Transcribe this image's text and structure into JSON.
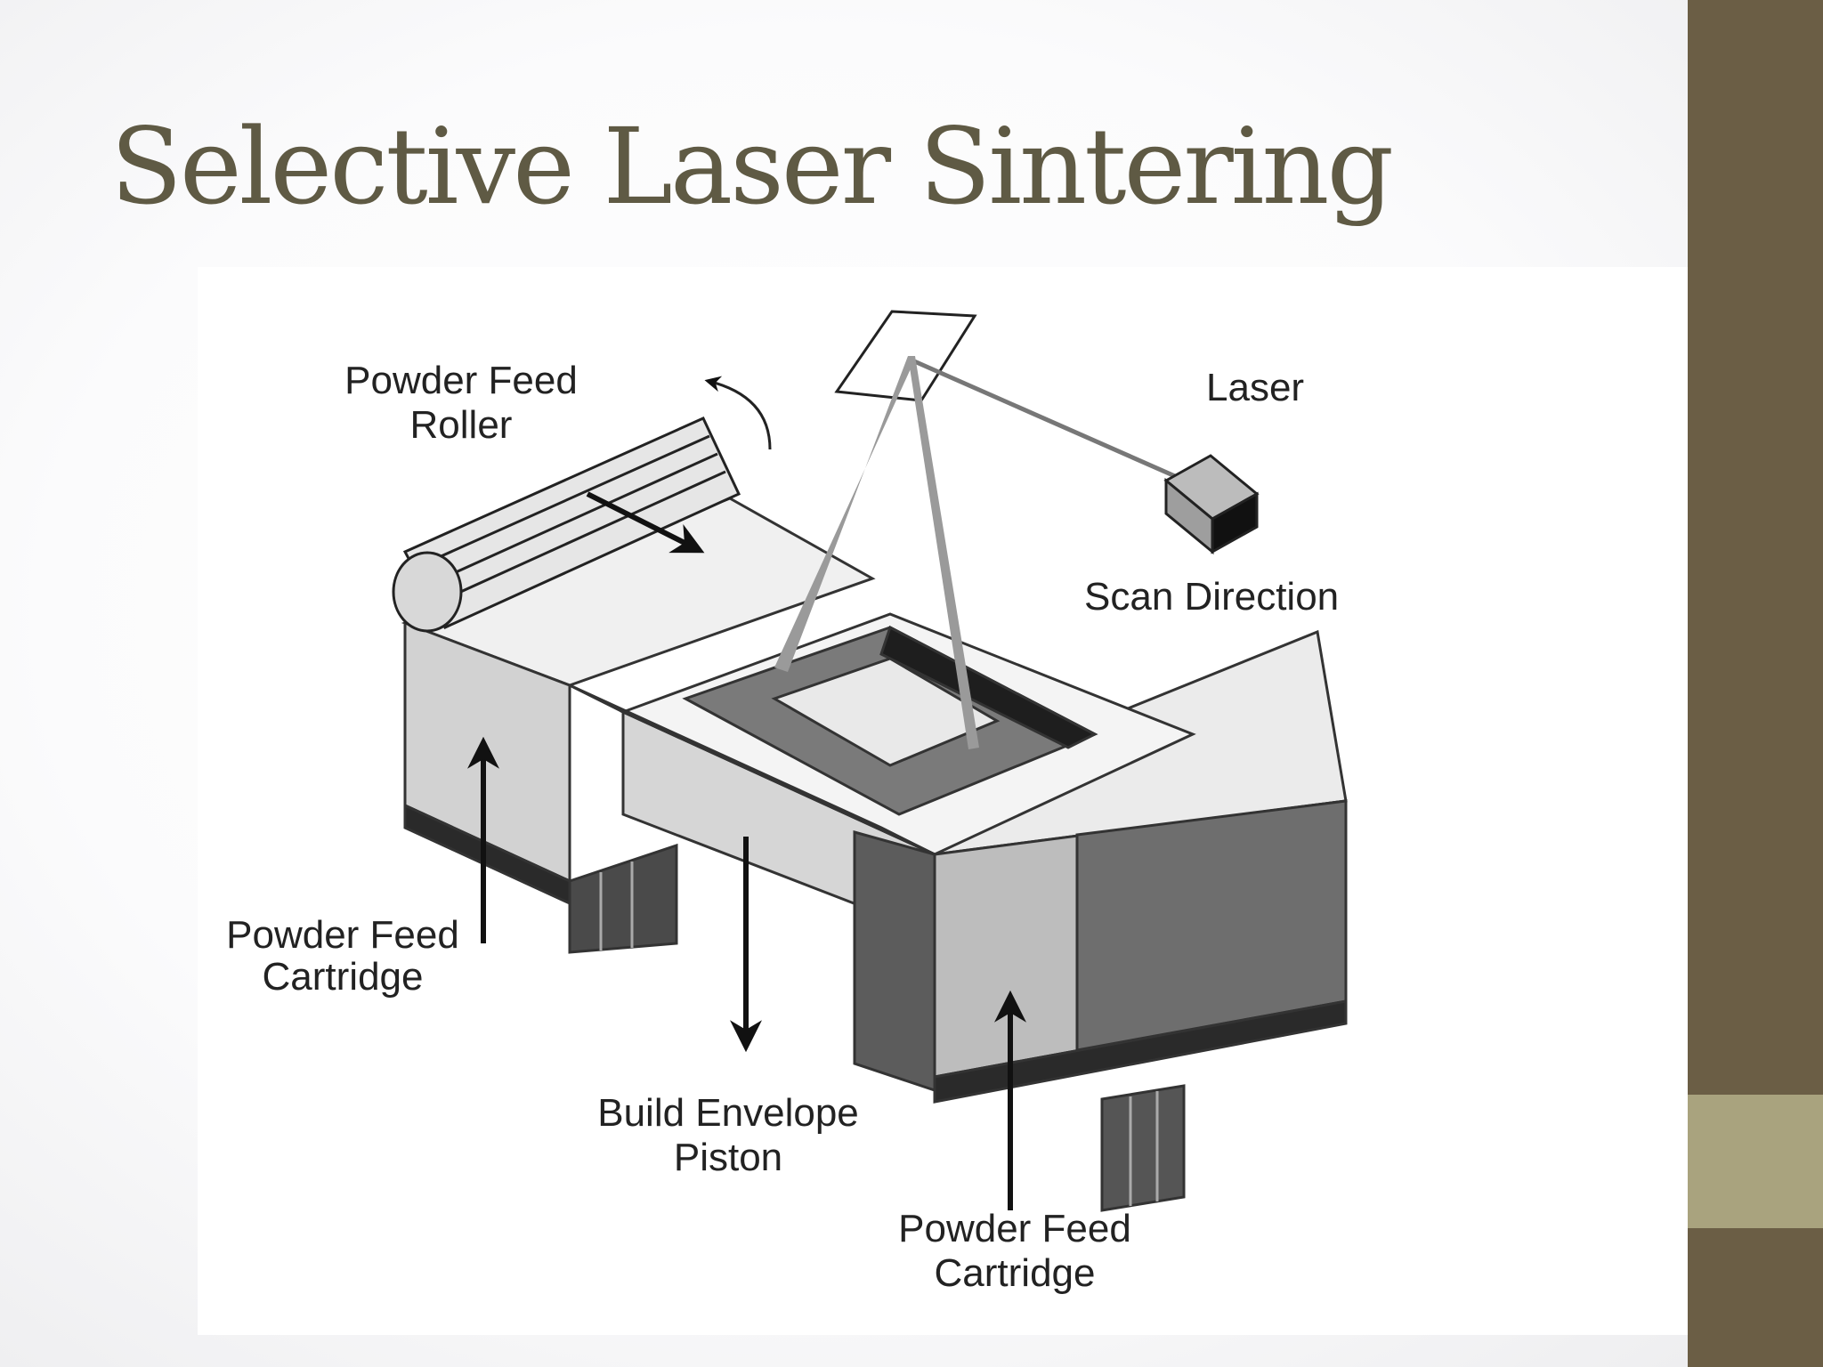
{
  "slide": {
    "title": "Selective Laser Sintering",
    "colors": {
      "title": "#5f5a44",
      "side_bar": "#6b5e45",
      "side_accent": "#a9a37e"
    }
  },
  "diagram": {
    "labels": {
      "roller_l1": "Powder Feed",
      "roller_l2": "Roller",
      "laser": "Laser",
      "scan": "Scan Direction",
      "cart_left_l1": "Powder Feed",
      "cart_left_l2": "Cartridge",
      "piston_l1": "Build Envelope",
      "piston_l2": "Piston",
      "cart_right_l1": "Powder Feed",
      "cart_right_l2": "Cartridge"
    }
  }
}
